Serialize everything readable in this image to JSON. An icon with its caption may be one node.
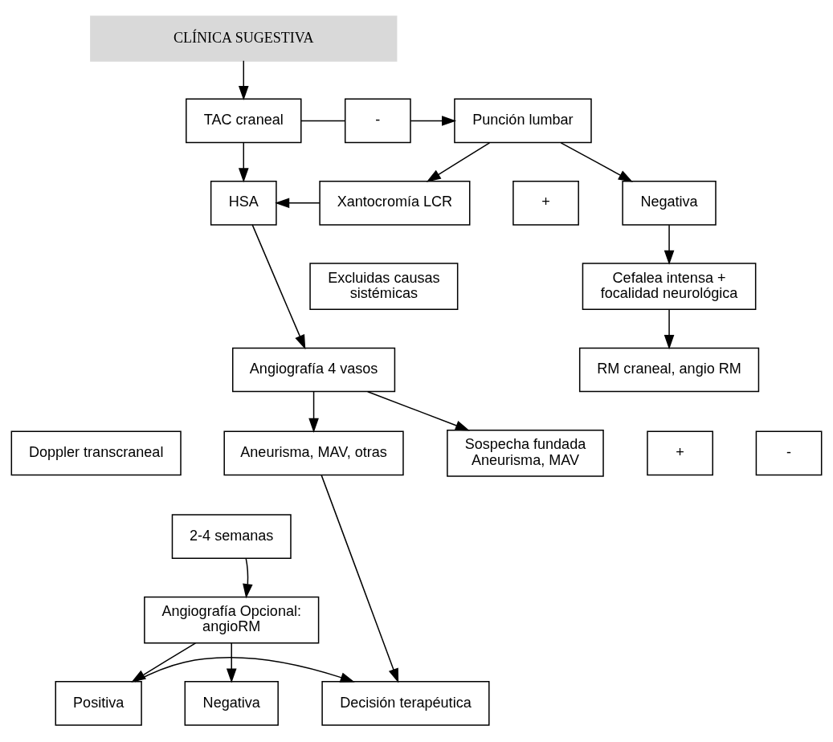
{
  "diagram": {
    "nodes": [
      {
        "text": [
          "CLÍNICA SUGESTIVA"
        ]
      },
      {
        "text": [
          "TAC craneal"
        ]
      },
      {
        "text": [
          "-"
        ]
      },
      {
        "text": [
          "Punción lumbar"
        ]
      },
      {
        "text": [
          "+"
        ]
      },
      {
        "text": [
          "HSA"
        ]
      },
      {
        "text": [
          "Xantocromía LCR"
        ]
      },
      {
        "text": [
          "Negativa"
        ]
      },
      {
        "text": [
          "Excluidas causas sistémicas"
        ]
      },
      {
        "text": [
          "Cefalea intensa + focalidad neurológica"
        ]
      },
      {
        "text": [
          "Angiografía 4 vasos"
        ]
      },
      {
        "text": [
          "RM craneal, angio RM"
        ]
      },
      {
        "text": [
          "Doppler transcraneal"
        ]
      },
      {
        "text": [
          "+"
        ]
      },
      {
        "text": [
          "-"
        ]
      },
      {
        "text": [
          "Aneurisma, MAV, otras"
        ]
      },
      {
        "text": [
          "Sospecha fundada Aneurisma, MAV"
        ]
      },
      {
        "text": [
          "2-4 semanas"
        ]
      },
      {
        "text": [
          "Angiografía Opcional: angioRM"
        ]
      },
      {
        "text": [
          "Decisión terapéutica"
        ]
      },
      {
        "text": [
          "Positiva"
        ]
      },
      {
        "text": [
          "Negativa"
        ]
      }
    ],
    "edges": [
      {
        "from": 0,
        "to": 1,
        "arrow": "to"
      },
      {
        "from": 1,
        "to": 2,
        "arrow": "none"
      },
      {
        "from": 2,
        "to": 3,
        "arrow": "to"
      },
      {
        "from": 1,
        "to": 5,
        "arrow": "to"
      },
      {
        "from": 3,
        "to": 6,
        "arrow": "to"
      },
      {
        "from": 3,
        "to": 7,
        "arrow": "to"
      },
      {
        "from": 6,
        "to": 5,
        "arrow": "to"
      },
      {
        "from": 7,
        "to": 9,
        "arrow": "to"
      },
      {
        "from": 9,
        "to": 11,
        "arrow": "to"
      },
      {
        "from": 5,
        "to": 10,
        "arrow": "to"
      },
      {
        "from": 10,
        "to": 15,
        "arrow": "to"
      },
      {
        "from": 10,
        "to": 16,
        "arrow": "to"
      },
      {
        "from": 17,
        "to": 18,
        "arrow": "to"
      },
      {
        "from": 18,
        "to": 20,
        "arrow": "to"
      },
      {
        "from": 18,
        "to": 21,
        "arrow": "to"
      },
      {
        "from": 15,
        "to": 19,
        "arrow": "to"
      },
      {
        "from": 20,
        "to": 19,
        "arrow": "to"
      }
    ]
  }
}
